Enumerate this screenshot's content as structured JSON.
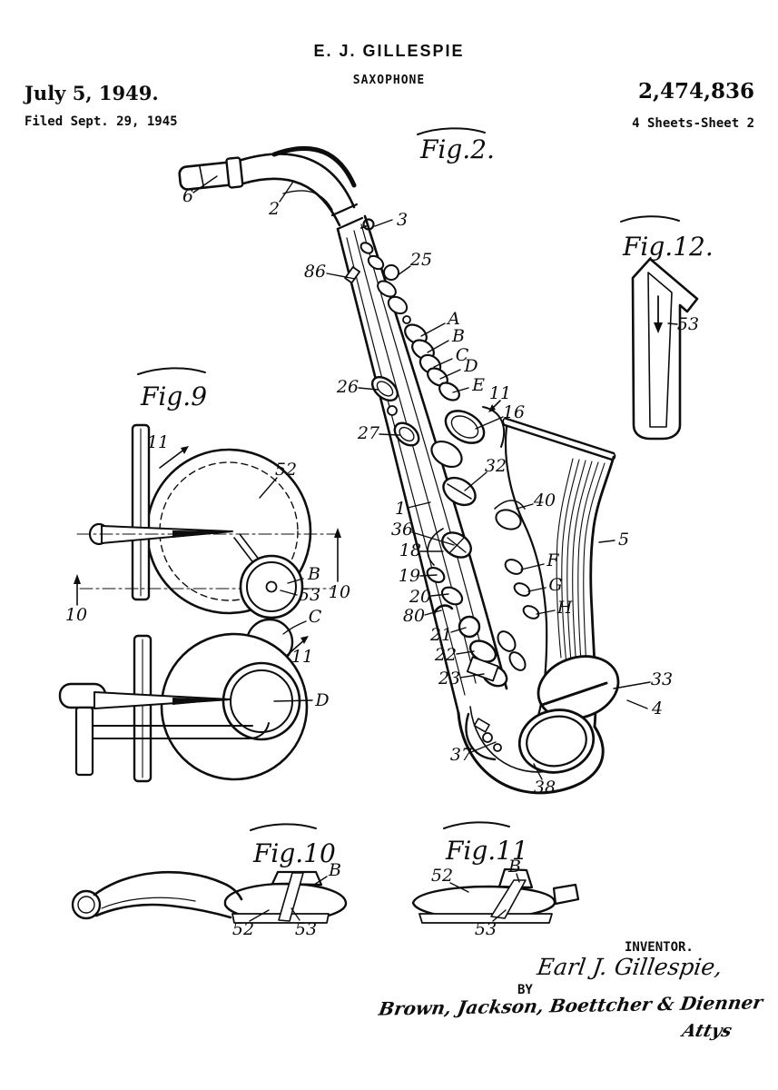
{
  "header": {
    "inventor_name": "E. J. GILLESPIE",
    "invention_title": "SAXOPHONE",
    "issue_date": "July 5, 1949.",
    "patent_number": "2,474,836",
    "filed_line": "Filed Sept. 29, 1945",
    "sheet_info": "4 Sheets-Sheet 2"
  },
  "figures": {
    "fig2": {
      "title": "Fig.2.",
      "labels": {
        "n6": "6",
        "n2": "2",
        "n3": "3",
        "n86": "86",
        "n25": "25",
        "A": "A",
        "B": "B",
        "C": "C",
        "D": "D",
        "E": "E",
        "n11": "11",
        "n16": "16",
        "n26": "26",
        "n27": "27",
        "n32": "32",
        "n40": "40",
        "n1": "1",
        "n36": "36",
        "n18": "18",
        "n19": "19",
        "n20": "20",
        "n80": "80",
        "n21": "21",
        "n22": "22",
        "n23": "23",
        "n33": "33",
        "n4": "4",
        "n5": "5",
        "F": "F",
        "G": "G",
        "H": "H",
        "n37": "37",
        "n38": "38"
      }
    },
    "fig9": {
      "title": "Fig.9",
      "labels": {
        "n11_top": "11",
        "n52": "52",
        "B": "B",
        "n10_right": "10",
        "n53": "53",
        "C": "C",
        "n10_left": "10",
        "n11_bottom": "11",
        "D": "D"
      }
    },
    "fig10": {
      "title": "Fig.10",
      "labels": {
        "B": "B",
        "n52": "52",
        "n53": "53"
      }
    },
    "fig11": {
      "title": "Fig.11",
      "labels": {
        "n52": "52",
        "B": "B",
        "n53": "53"
      }
    },
    "fig12": {
      "title": "Fig.12.",
      "labels": {
        "n53": "53"
      }
    }
  },
  "signature_block": {
    "inventor_caption": "INVENTOR.",
    "inventor_signature": "Earl J. Gillespie,",
    "by_label": "BY",
    "attorney_signature": "Brown, Jackson, Boettcher & Dienner",
    "attorney_abbrev": "Attys"
  }
}
